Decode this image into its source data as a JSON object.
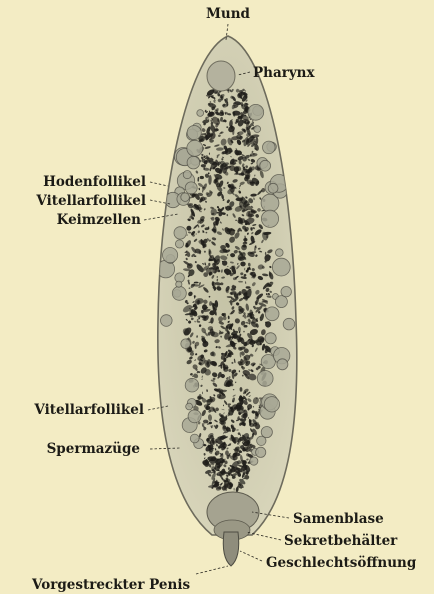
{
  "labels": {
    "mund": "Mund",
    "pharynx": "Pharynx",
    "hodenfollikel": "Hodenfollikel",
    "vitellarfollikel_top": "Vitellarfollikel",
    "keimzellen": "Keimzellen",
    "vitellarfollikel_bottom": "Vitellarfollikel",
    "spermazuege": "Spermazüge",
    "samenblase": "Samenblase",
    "sekretbehaelter": "Sekretbehälter",
    "geschlechtsoeffnung": "Geschlechtsöffnung",
    "penis": "Vorgestreckter Penis"
  },
  "colors": {
    "background": "#f3ecc4",
    "body_fill": "#cfccaf",
    "body_outline": "#6d6b5c",
    "stipple": "#1f1e1a",
    "follicle": "#a8a896",
    "label": "#1c1b16"
  }
}
